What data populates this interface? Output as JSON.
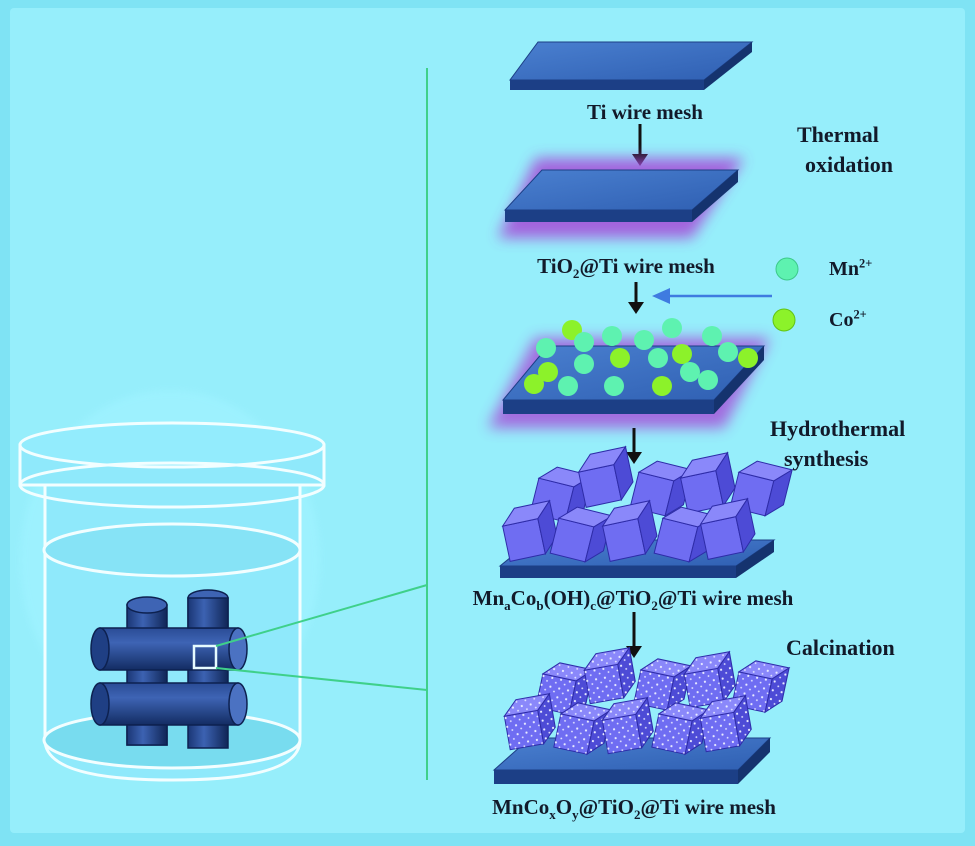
{
  "labels": {
    "ti_mesh": "Ti wire mesh",
    "tio2_mesh_pre": "TiO",
    "tio2_mesh_sub": "2",
    "tio2_mesh_post": "@Ti wire mesh",
    "mnco_oh_a": "Mn",
    "mnco_oh_b": "a",
    "mnco_oh_c": "Co",
    "mnco_oh_d": "b",
    "mnco_oh_e": "(OH)",
    "mnco_oh_f": "c",
    "mnco_oh_g": "@TiO",
    "mnco_oh_h": "2",
    "mnco_oh_i": "@Ti wire mesh",
    "final_a": "MnCo",
    "final_b": "x",
    "final_c": "O",
    "final_d": "y",
    "final_e": "@TiO",
    "final_f": "2",
    "final_g": "@Ti wire mesh"
  },
  "steps": {
    "thermal_1": "Thermal",
    "thermal_2": "oxidation",
    "hydro_1": "Hydrothermal",
    "hydro_2": "synthesis",
    "calcination": "Calcination"
  },
  "ions": {
    "mn_base": "Mn",
    "mn_charge": "2+",
    "co_base": "Co",
    "co_charge": "2+",
    "mn_color": "#5ef2b0",
    "co_color": "#8cf22a"
  },
  "colors": {
    "background": "#7fe3f4",
    "panel": "#96eefb",
    "plate_top": "#3b6fc2",
    "plate_front": "#1c3f86",
    "cube": "#6a68f0",
    "connector": "#3fd08a"
  }
}
